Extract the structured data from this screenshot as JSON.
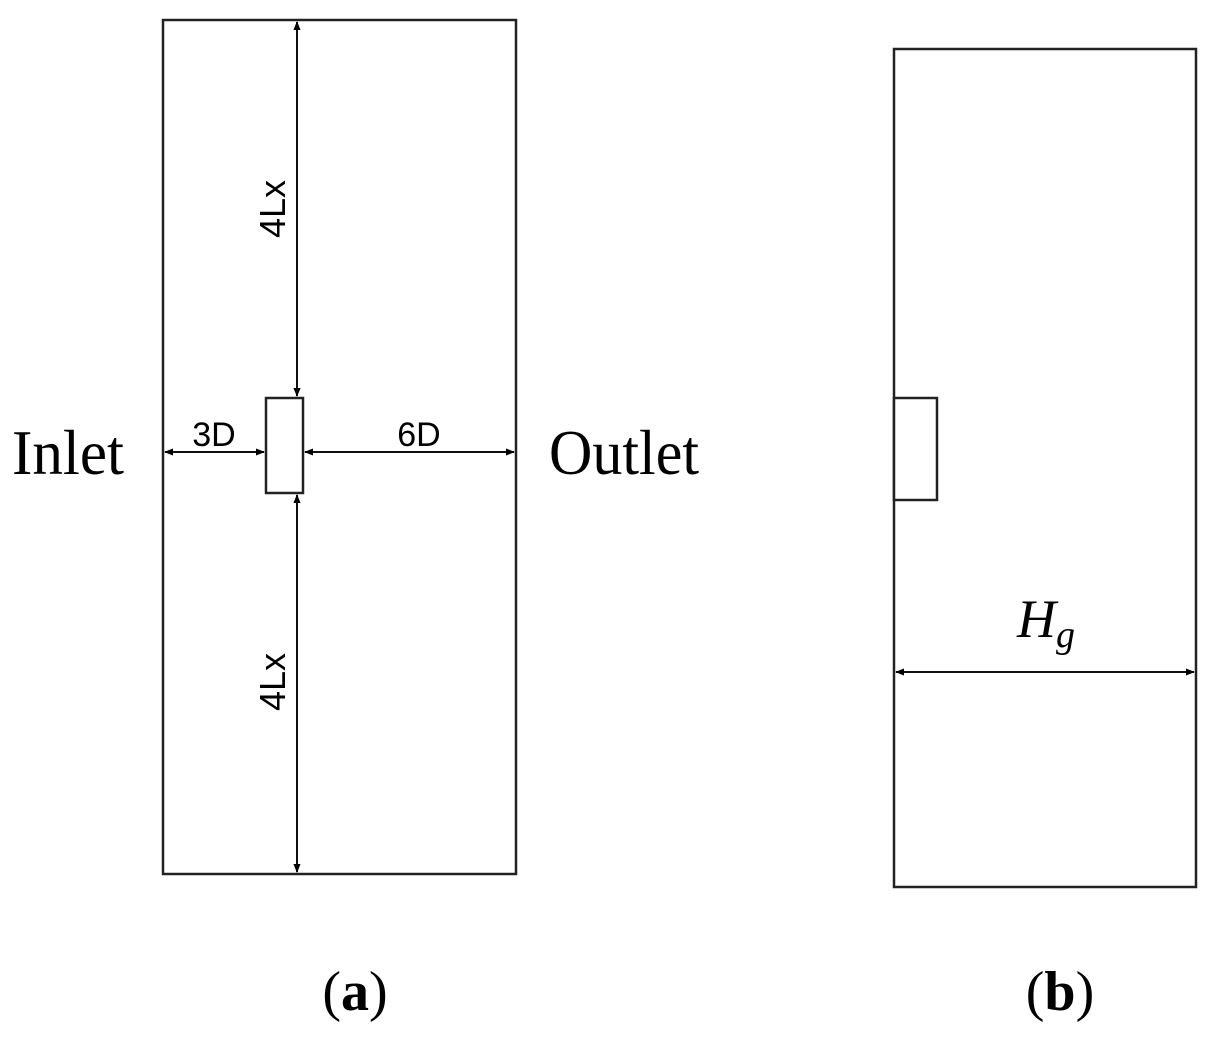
{
  "panel_a": {
    "inlet_label": "Inlet",
    "outlet_label": "Outlet",
    "dim_upstream": "3D",
    "dim_downstream": "6D",
    "dim_top": "4Lx",
    "dim_bottom": "4Lx",
    "caption_letter": "a"
  },
  "panel_b": {
    "dim_width_symbol": "H",
    "dim_width_subscript": "g",
    "caption_letter": "b"
  },
  "caption_parens": {
    "open": "(",
    "close": ")"
  }
}
